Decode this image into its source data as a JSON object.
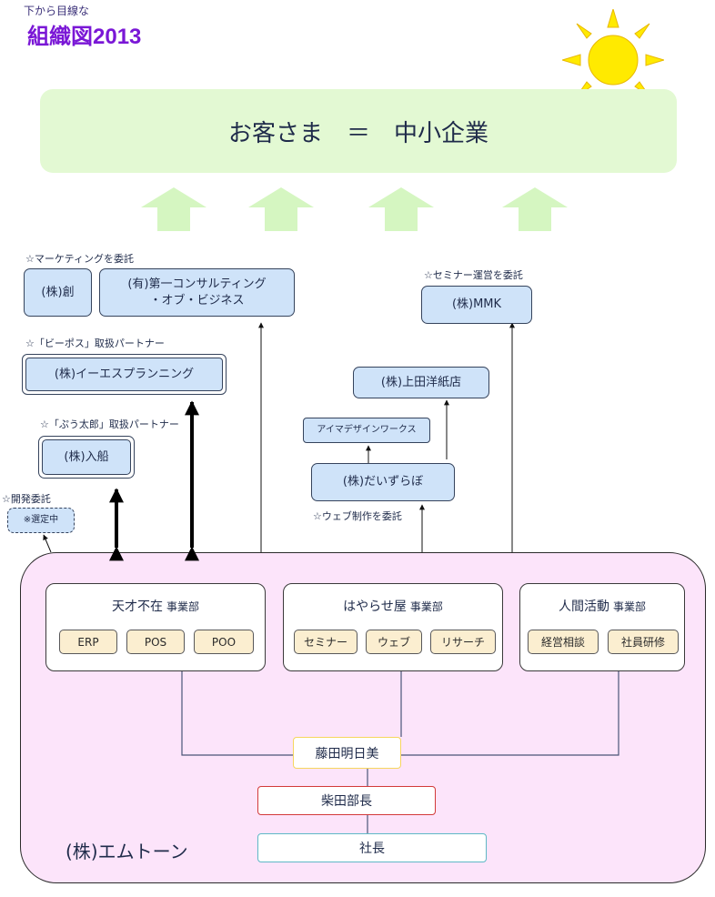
{
  "header": {
    "subtitle": "下から目線な",
    "title": "組織図2013"
  },
  "customers": {
    "label": "お客さま　＝　中小企業"
  },
  "partners": {
    "marketing": {
      "note": "☆マーケティングを委託",
      "sou": "(株)創",
      "daiichi": "(有)第一コンサルティング\n・オブ・ビジネス"
    },
    "seminar": {
      "note": "☆セミナー運営を委託",
      "mmk": "(株)MMK"
    },
    "bepos": {
      "note": "☆「ビーポス」取扱パートナー",
      "company": "(株)イーエスプランニング"
    },
    "pootaro": {
      "note": "☆「ぷう太郎」取扱パートナー",
      "company": "(株)入船"
    },
    "dev": {
      "note": "☆開発委託",
      "selecting": "※選定中"
    },
    "web": {
      "ueda": "(株)上田洋紙店",
      "aima": "アイマデザインワークス",
      "daizura": "(株)だいずらぼ",
      "note": "☆ウェブ制作を委託"
    }
  },
  "company": {
    "name": "(株)エムトーン",
    "divisions": [
      {
        "name": "天才不在",
        "suffix": "事業部",
        "tags": [
          "ERP",
          "POS",
          "POO"
        ]
      },
      {
        "name": "はやらせ屋",
        "suffix": "事業部",
        "tags": [
          "セミナー",
          "ウェブ",
          "リサーチ"
        ]
      },
      {
        "name": "人間活動",
        "suffix": "事業部",
        "tags": [
          "経営相談",
          "社員研修"
        ]
      }
    ],
    "people": {
      "fujita": "藤田明日美",
      "shibata": "柴田部長",
      "president": "社長"
    }
  },
  "colors": {
    "customer_band": "#e3f9d3",
    "up_arrow": "#d5f6c1",
    "partner_box": "#cfe3f9",
    "company_bg": "#fce4fa",
    "tag_bg": "#fbeed0",
    "sun": "#ffea00",
    "title_purple": "#7a17d6",
    "fujita_border": "#f6d65e",
    "shibata_border": "#d23a3a",
    "president_border": "#5fb8c6"
  },
  "icons": {
    "sun": "sun-icon"
  }
}
